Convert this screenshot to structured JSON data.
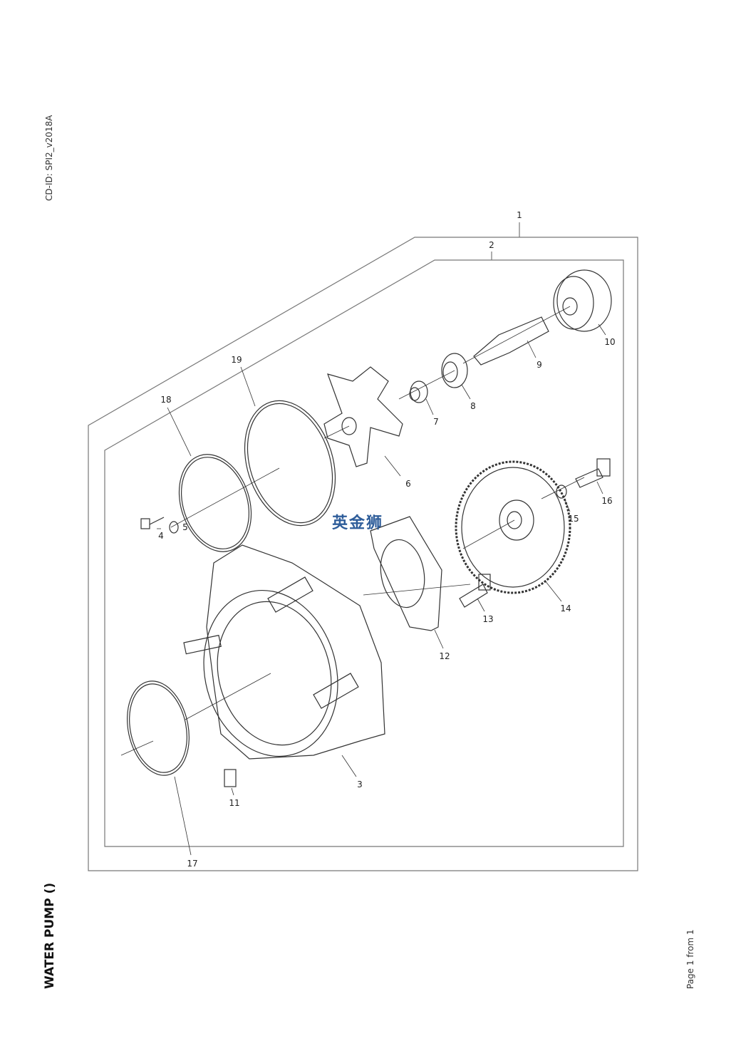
{
  "document": {
    "cd_id": "CD-ID: SPI2_v2018A",
    "title": "WATER PUMP ()",
    "page": "Page 1 from 1",
    "watermark": "英金狮"
  },
  "callouts": [
    "1",
    "2",
    "3",
    "4",
    "5",
    "6",
    "7",
    "8",
    "9",
    "10",
    "11",
    "12",
    "13",
    "14",
    "15",
    "16",
    "17",
    "18",
    "19"
  ]
}
